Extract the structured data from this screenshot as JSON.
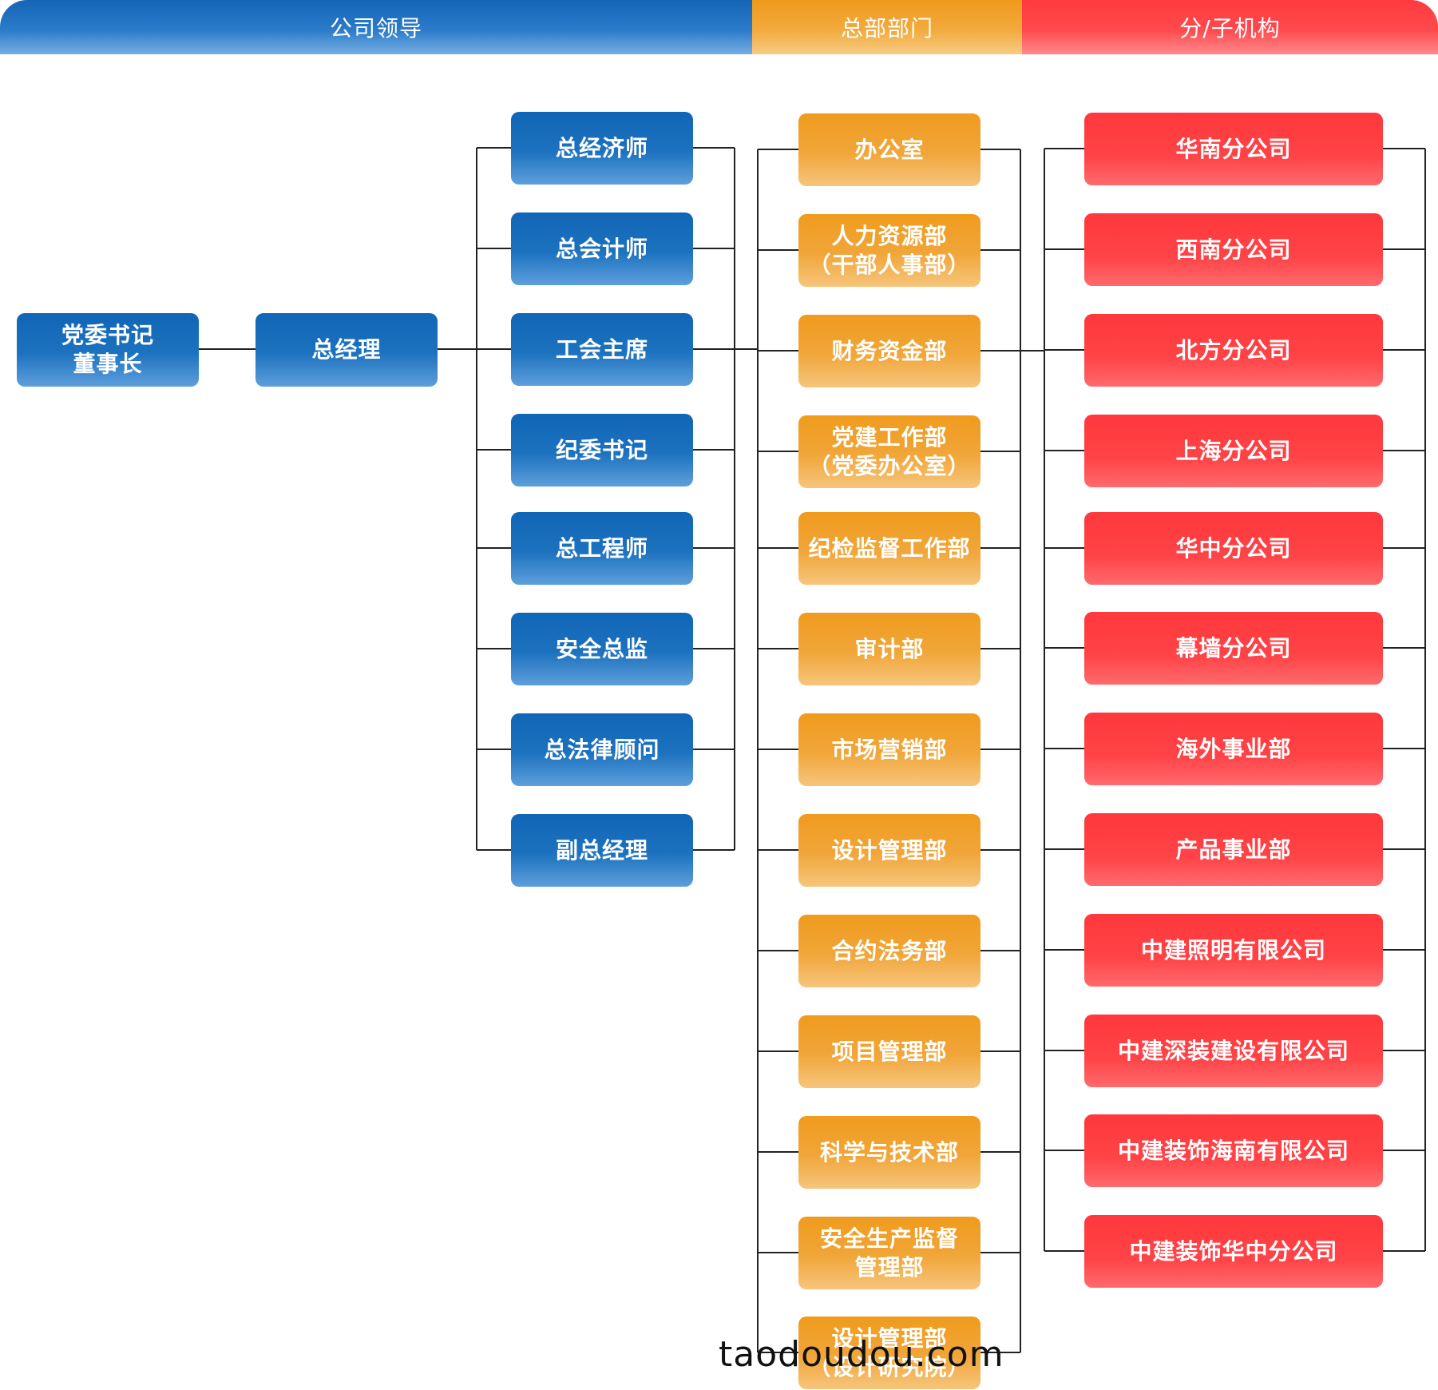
{
  "header": {
    "leadership": "公司领导",
    "hq_departments": "总部部门",
    "branches": "分/子机构"
  },
  "top": {
    "chairman": "党委书记\n董事长",
    "general_manager": "总经理"
  },
  "leaders": [
    "总经济师",
    "总会计师",
    "工会主席",
    "纪委书记",
    "总工程师",
    "安全总监",
    "总法律顾问",
    "副总经理"
  ],
  "departments": [
    "办公室",
    "人力资源部\n（干部人事部）",
    "财务资金部",
    "党建工作部\n（党委办公室）",
    "纪检监督工作部",
    "审计部",
    "市场营销部",
    "设计管理部",
    "合约法务部",
    "项目管理部",
    "科学与技术部",
    "安全生产监督\n管理部",
    "设计管理部\n（设计研究院）"
  ],
  "branches": [
    "华南分公司",
    "西南分公司",
    "北方分公司",
    "上海分公司",
    "华中分公司",
    "幕墙分公司",
    "海外事业部",
    "产品事业部",
    "中建照明有限公司",
    "中建深装建设有限公司",
    "中建装饰海南有限公司",
    "中建装饰华中分公司"
  ],
  "colors": {
    "blue": "#1066b6",
    "orange": "#ef9b1d",
    "red": "#ff383c",
    "connector": "#222222"
  },
  "watermark": "taodoudou.com"
}
